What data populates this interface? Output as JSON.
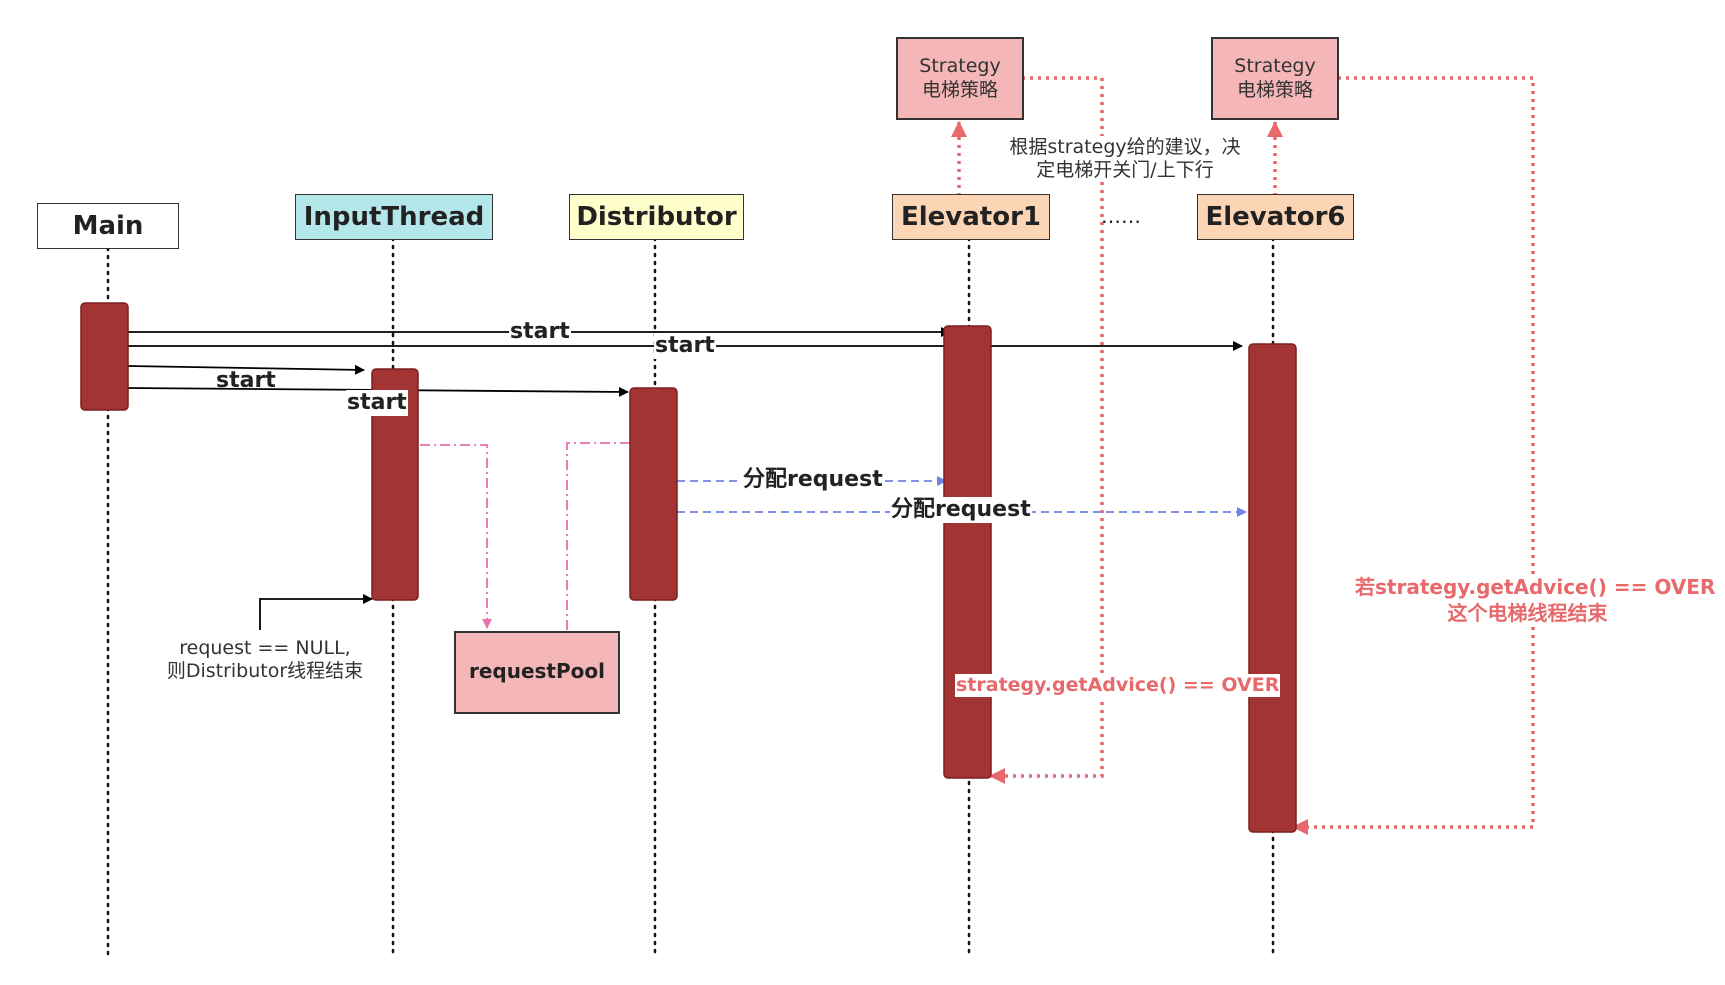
{
  "participants": {
    "main": "Main",
    "input_thread": "InputThread",
    "distributor": "Distributor",
    "elevator1": "Elevator1",
    "elevator6": "Elevator6"
  },
  "strategy_box": {
    "line1": "Strategy",
    "line2": "电梯策略"
  },
  "ellipsis": "……",
  "messages": {
    "start": "start",
    "assign_request": "分配request"
  },
  "request_pool": "requestPool",
  "notes": {
    "strategy_advice_line1": "根据strategy给的建议，决",
    "strategy_advice_line2": "定电梯开关门/上下行",
    "null_request_line1": "request == NULL,",
    "null_request_line2": "则Distributor线程结束",
    "over_elevator1": "strategy.getAdvice() == OVER",
    "over_general_line1": "若strategy.getAdvice() == OVER",
    "over_general_line2": "这个电梯线程结束"
  },
  "colors": {
    "activation": "#a33434",
    "strategy_fill": "#f4b6b6",
    "input_thread_header": "#b3e7ea",
    "distributor_header": "#ffffcc",
    "elevator_header": "#fcd5b4",
    "red_dotted": "#e8696b",
    "pink_dashdot": "#e86fb0",
    "blue_dashed": "#6f82e8"
  }
}
